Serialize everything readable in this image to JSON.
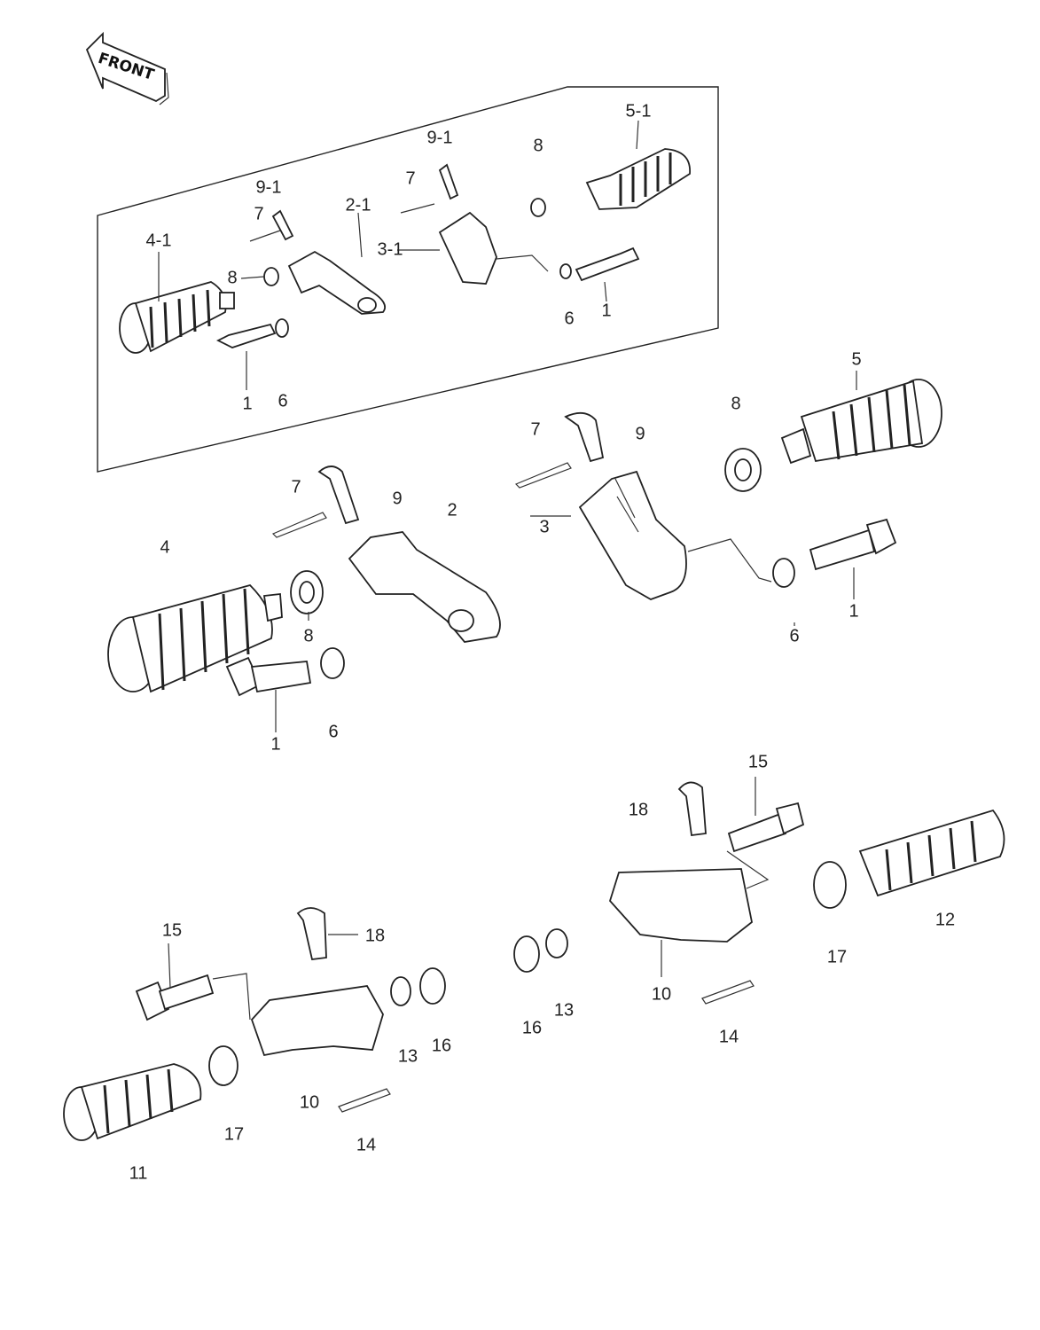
{
  "orientation_badge": {
    "label": "FRONT",
    "icon": "front-arrow-icon"
  },
  "inset_callouts": [
    {
      "id": "i-5-1",
      "text": "5-1"
    },
    {
      "id": "i-9-1-a",
      "text": "9-1"
    },
    {
      "id": "i-8-a",
      "text": "8"
    },
    {
      "id": "i-9-1-b",
      "text": "9-1"
    },
    {
      "id": "i-7-a",
      "text": "7"
    },
    {
      "id": "i-7-b",
      "text": "7"
    },
    {
      "id": "i-2-1",
      "text": "2-1"
    },
    {
      "id": "i-3-1",
      "text": "3-1"
    },
    {
      "id": "i-4-1",
      "text": "4-1"
    },
    {
      "id": "i-8-b",
      "text": "8"
    },
    {
      "id": "i-6-a",
      "text": "6"
    },
    {
      "id": "i-1-a",
      "text": "1"
    },
    {
      "id": "i-1-b",
      "text": "1"
    },
    {
      "id": "i-6-b",
      "text": "6"
    }
  ],
  "front_callouts": [
    {
      "id": "f-5",
      "text": "5"
    },
    {
      "id": "f-8-a",
      "text": "8"
    },
    {
      "id": "f-7-a",
      "text": "7"
    },
    {
      "id": "f-9-a",
      "text": "9"
    },
    {
      "id": "f-7-b",
      "text": "7"
    },
    {
      "id": "f-9-b",
      "text": "9"
    },
    {
      "id": "f-2",
      "text": "2"
    },
    {
      "id": "f-3",
      "text": "3"
    },
    {
      "id": "f-4",
      "text": "4"
    },
    {
      "id": "f-8-b",
      "text": "8"
    },
    {
      "id": "f-1-a",
      "text": "1"
    },
    {
      "id": "f-6-a",
      "text": "6"
    },
    {
      "id": "f-1-b",
      "text": "1"
    },
    {
      "id": "f-6-b",
      "text": "6"
    }
  ],
  "rear_callouts": [
    {
      "id": "r-15-a",
      "text": "15"
    },
    {
      "id": "r-18-a",
      "text": "18"
    },
    {
      "id": "r-12",
      "text": "12"
    },
    {
      "id": "r-17-a",
      "text": "17"
    },
    {
      "id": "r-10-a",
      "text": "10"
    },
    {
      "id": "r-16-a",
      "text": "16"
    },
    {
      "id": "r-13-a",
      "text": "13"
    },
    {
      "id": "r-14-a",
      "text": "14"
    },
    {
      "id": "r-15-b",
      "text": "15"
    },
    {
      "id": "r-18-b",
      "text": "18"
    },
    {
      "id": "r-13-b",
      "text": "13"
    },
    {
      "id": "r-16-b",
      "text": "16"
    },
    {
      "id": "r-10-b",
      "text": "10"
    },
    {
      "id": "r-17-b",
      "text": "17"
    },
    {
      "id": "r-14-b",
      "text": "14"
    },
    {
      "id": "r-11",
      "text": "11"
    }
  ]
}
